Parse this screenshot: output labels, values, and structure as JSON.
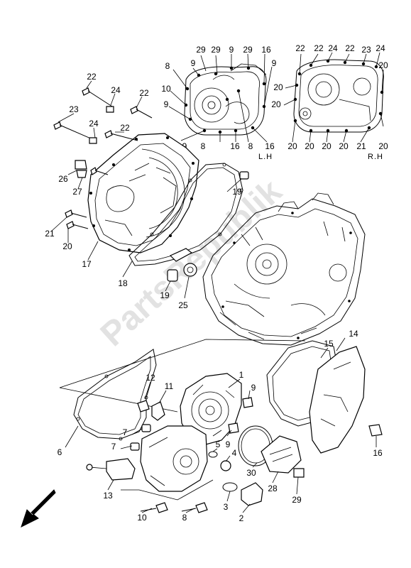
{
  "watermark": "PartsRepublik",
  "side_labels": {
    "left": "L.H",
    "right": "R.H"
  },
  "part_labels": {
    "inset_lh": [
      "29",
      "29",
      "9",
      "29",
      "16",
      "8",
      "9",
      "9",
      "10",
      "9",
      "9",
      "8",
      "16",
      "8",
      "16"
    ],
    "inset_rh": [
      "22",
      "22",
      "24",
      "22",
      "23",
      "24",
      "20",
      "20",
      "20",
      "20",
      "20",
      "20",
      "20",
      "21",
      "20"
    ],
    "crankcase_cover_left": [
      "22",
      "24",
      "22",
      "23",
      "24",
      "22",
      "26",
      "27",
      "21",
      "20",
      "17",
      "18",
      "19",
      "19",
      "25"
    ],
    "clutch_cover": [
      "1",
      "9",
      "12",
      "11",
      "7",
      "7",
      "6",
      "13",
      "10",
      "8",
      "5",
      "4",
      "9",
      "3",
      "2",
      "30",
      "28",
      "29",
      "14",
      "15",
      "16"
    ]
  },
  "icons": {
    "front_arrow": "arrow-down-left-icon"
  }
}
